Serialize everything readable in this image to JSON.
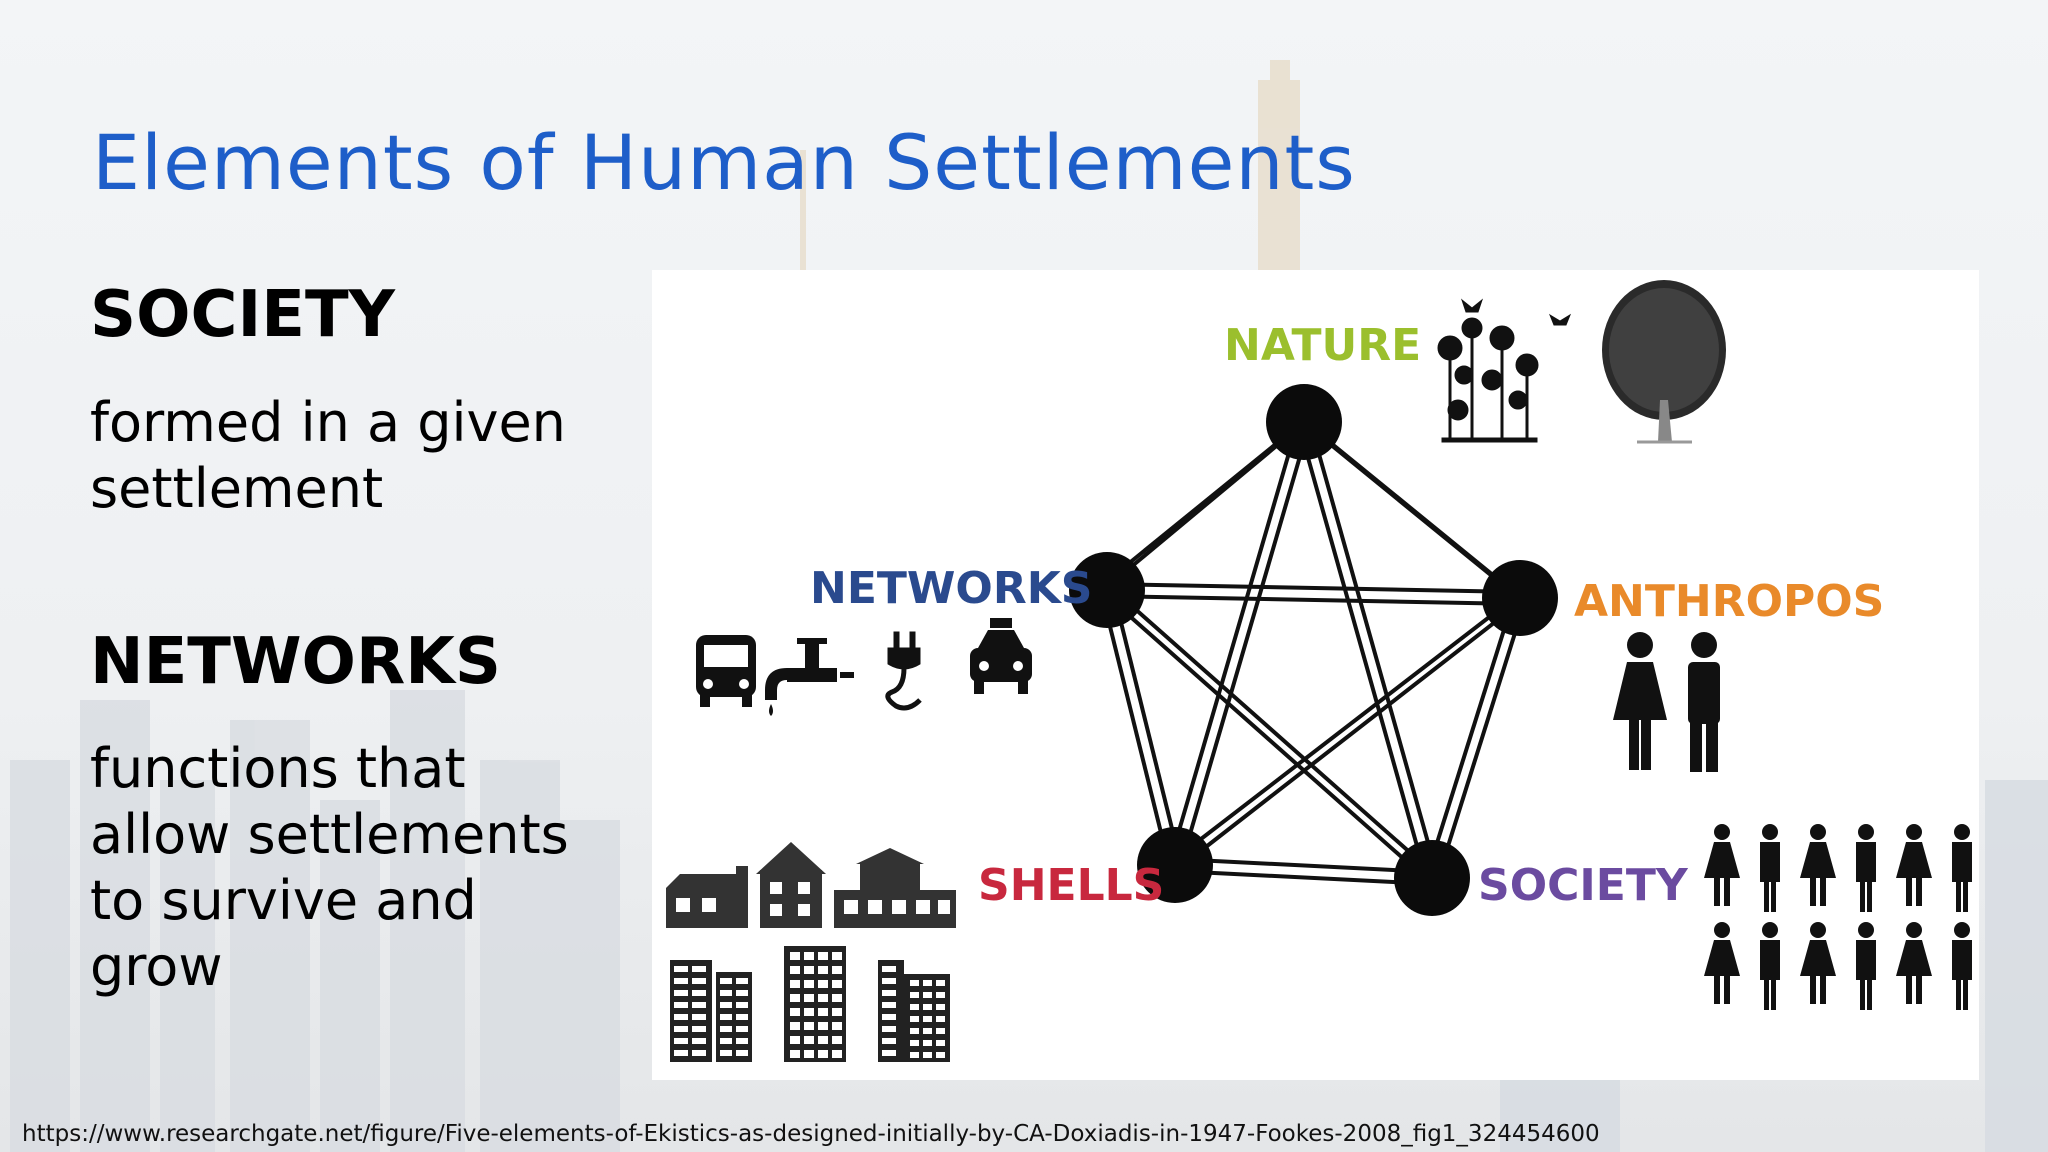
{
  "slide": {
    "title": "Elements of Human Settlements",
    "sections": [
      {
        "heading": "SOCIETY",
        "description": "formed in a given settlement"
      },
      {
        "heading": "NETWORKS",
        "description": "functions that allow settlements to survive and grow"
      }
    ],
    "source_url": "https://www.researchgate.net/figure/Five-elements-of-Ekistics-as-designed-initially-by-CA-Doxiadis-in-1947-Fookes-2008_fig1_324454600"
  },
  "figure": {
    "nodes": [
      {
        "label": "NATURE",
        "color": "#9bbf2d"
      },
      {
        "label": "ANTHROPOS",
        "color": "#e98a2a"
      },
      {
        "label": "SOCIETY",
        "color": "#6b4ba0"
      },
      {
        "label": "SHELLS",
        "color": "#c8283e"
      },
      {
        "label": "NETWORKS",
        "color": "#2a4a8e"
      }
    ],
    "icons": {
      "nature": [
        "flowers-icon",
        "tree-icon"
      ],
      "anthropos": [
        "woman-icon",
        "man-icon"
      ],
      "society": [
        "crowd-icon"
      ],
      "shells": [
        "houses-icon",
        "apartment-buildings-icon"
      ],
      "networks": [
        "bus-icon",
        "water-tap-icon",
        "power-plug-icon",
        "taxi-icon"
      ]
    }
  },
  "colors": {
    "title": "#1e5ec9",
    "text": "#111111",
    "figure_background": "#ffffff"
  }
}
